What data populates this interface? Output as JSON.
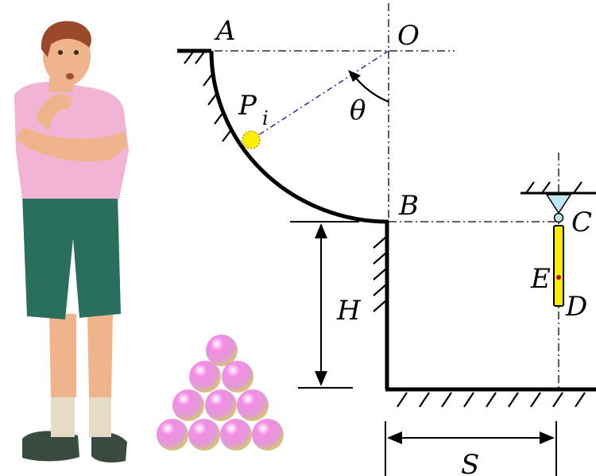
{
  "figure": {
    "labels": {
      "A": "A",
      "O": "O",
      "P": "P",
      "P_sub": "i",
      "theta": "θ",
      "B": "B",
      "C": "C",
      "E": "E",
      "D": "D",
      "H": "H",
      "S": "S"
    },
    "colors": {
      "line": "#000000",
      "ball_fill": "#ffee00",
      "rod_fill": "#ffee00",
      "pivot_fill": "#bfe6ee",
      "center_dot": "#c0001a",
      "radius_line": "#2a2a8a",
      "sphere_pink": "#f38ce6",
      "sphere_tan": "#d6c27a",
      "shirt": "#f2b4d4",
      "shorts": "#2a6e5e",
      "skin": "#f0b48c",
      "hair": "#9a4a2a"
    },
    "icons": [
      "boy-character",
      "stacked-balls"
    ]
  }
}
